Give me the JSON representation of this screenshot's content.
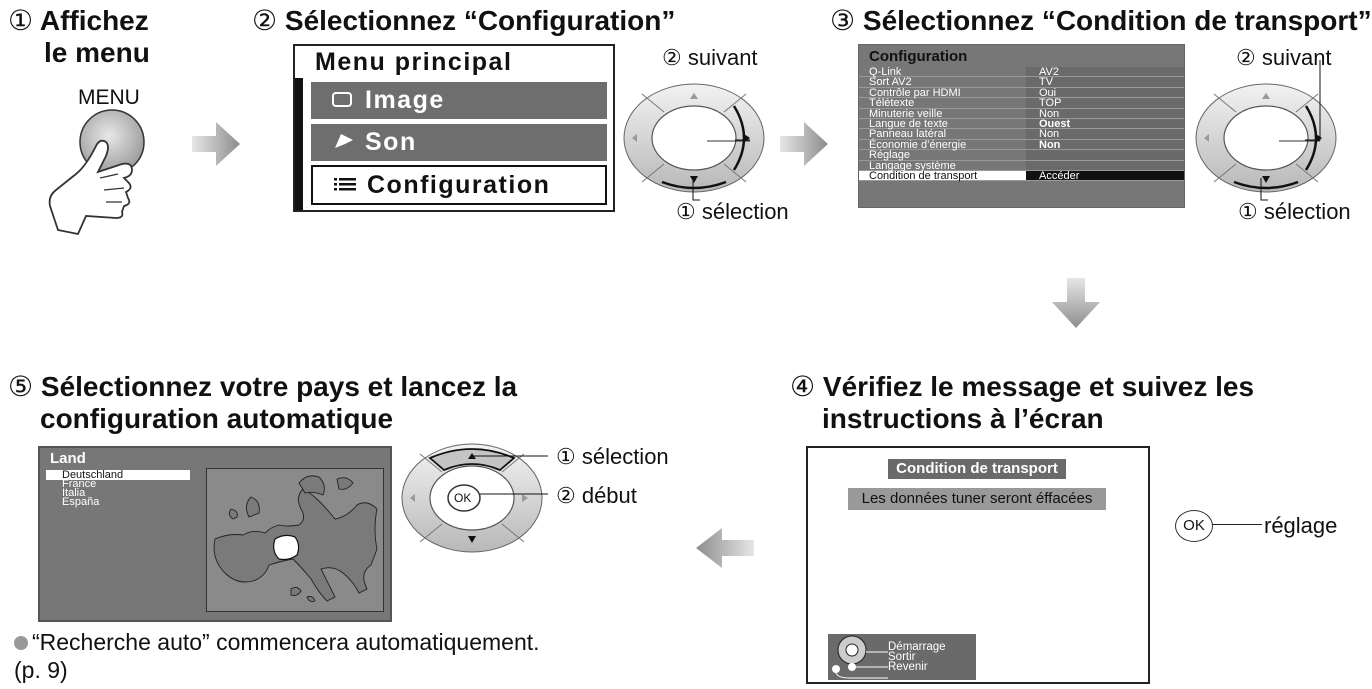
{
  "step1": {
    "number": "①",
    "title_line1": "Affichez",
    "title_line2": "le menu",
    "button_label": "MENU"
  },
  "step2": {
    "number": "②",
    "title": "Sélectionnez “Configuration”",
    "menu": {
      "header": "Menu principal",
      "items": [
        {
          "label": "Image",
          "icon": "square-icon"
        },
        {
          "label": "Son",
          "icon": "music-note-icon"
        },
        {
          "label": "Configuration",
          "icon": "list-icon",
          "selected": true
        }
      ]
    },
    "next_label": "② suivant",
    "select_label": "① sélection"
  },
  "step3": {
    "number": "③",
    "title": "Sélectionnez “Condition de transport”",
    "panel_title": "Configuration",
    "rows": [
      {
        "key": "Q-Link",
        "value": "AV2"
      },
      {
        "key": "Sort AV2",
        "value": "TV"
      },
      {
        "key": "Contrôle par HDMI",
        "value": "Oui"
      },
      {
        "key": "Télétexte",
        "value": "TOP"
      },
      {
        "key": "Minuterie veille",
        "value": "Non"
      },
      {
        "key": "Langue de texte",
        "value": "Ouest",
        "bold": true
      },
      {
        "key": "Panneau latéral",
        "value": "Non"
      },
      {
        "key": "Économie d’énergie",
        "value": "Non",
        "bold": true
      },
      {
        "key": "Réglage",
        "value": ""
      },
      {
        "key": "Langage système",
        "value": ""
      },
      {
        "key": "Condition de transport",
        "value": "Accéder",
        "selected": true
      }
    ],
    "next_label": "② suivant",
    "select_label": "① sélection"
  },
  "step4": {
    "number": "④",
    "title_line1": "Vérifiez le message et suivez les",
    "title_line2": "instructions à l’écran",
    "dialog_title": "Condition de transport",
    "dialog_message": "Les données tuner seront éffacées",
    "legend": [
      "Démarrage",
      "Sortir",
      "Revenir"
    ],
    "ok_label": "OK",
    "ok_caption": "réglage"
  },
  "step5": {
    "number": "⑤",
    "title_line1": "Sélectionnez votre pays et lancez la",
    "title_line2": "configuration automatique",
    "panel_title": "Land",
    "countries": [
      "Deutschland",
      "France",
      "Italia",
      "España"
    ],
    "selected_country": "Deutschland",
    "ok_label": "OK",
    "select_label": "① sélection",
    "start_label": "② début",
    "note_line1": "“Recherche auto” commencera automatiquement.",
    "note_line2": "(p. 9)"
  },
  "colors": {
    "grey_button": "#bdbdbd",
    "arrow": "#9a9a9a",
    "panel": "#777777"
  }
}
